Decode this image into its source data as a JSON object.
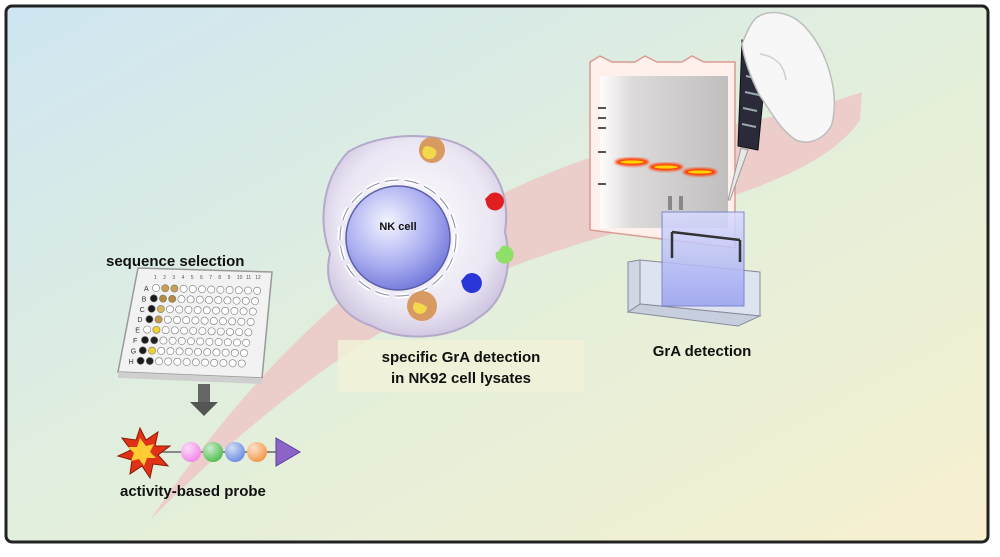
{
  "labels": {
    "sequence_selection": "sequence selection",
    "activity_probe": "activity-based probe",
    "nk_cell": "NK cell",
    "specific_line1": "specific GrA detection",
    "specific_line2": "in NK92 cell lysates",
    "gra_detection": "GrA detection"
  },
  "plate": {
    "row_letters": [
      "A",
      "B",
      "C",
      "D",
      "E",
      "F",
      "G",
      "H"
    ],
    "col_numbers": [
      "1",
      "2",
      "3",
      "4",
      "5",
      "6",
      "7",
      "8",
      "9",
      "10",
      "11",
      "12"
    ]
  },
  "colors": {
    "bg_left": "#cfe7ef",
    "bg_right": "#f6f1cf",
    "arc": "#e9c8c6",
    "gel_band": "#ff3a00",
    "bead_pink": "#f08be8",
    "bead_green": "#59c259",
    "bead_blue": "#6f8fe0",
    "bead_orange": "#f59a4e",
    "arrow_tip": "#8c64c8"
  },
  "icons": [
    "burst-icon",
    "well-plate-icon",
    "down-arrow-icon",
    "pipette-icon",
    "glove-icon",
    "gel-tank-icon"
  ]
}
